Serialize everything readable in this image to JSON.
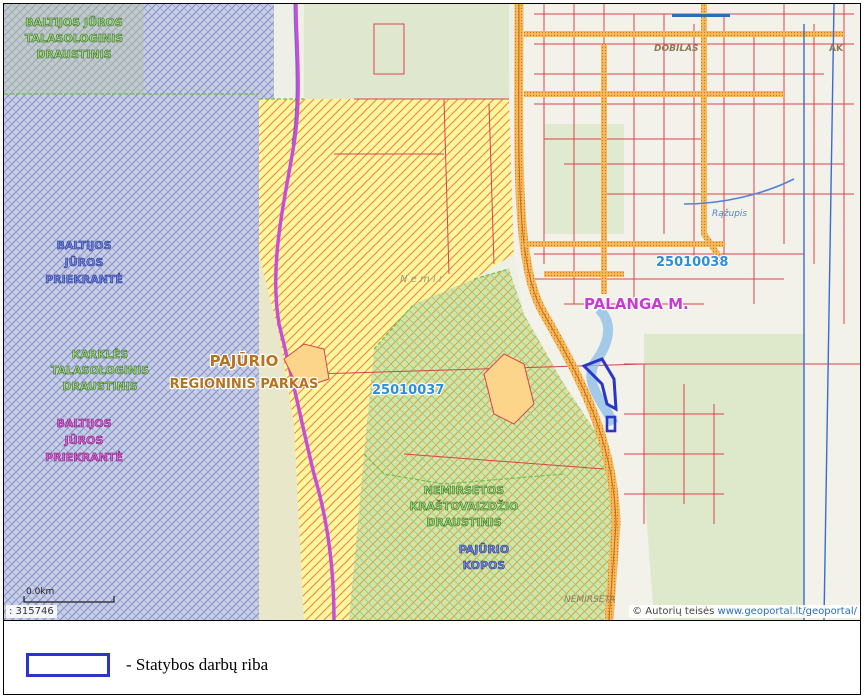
{
  "map": {
    "labels": {
      "baltijos_juros_talasologinis_1": "BALTIJOS JŪROS",
      "baltijos_juros_talasologinis_2": "TALASOLOGINIS",
      "baltijos_juros_talasologinis_3": "DRAUSTINIS",
      "baltijos_juros_priekrante_a1": "BALTIJOS",
      "baltijos_juros_priekrante_a2": "JŪROS",
      "baltijos_juros_priekrante_a3": "PRIEKRANTĖ",
      "karkles_1": "KARKLĖS",
      "karkles_2": "TALASOLOGINIS",
      "karkles_3": "DRAUSTINIS",
      "baltijos_juros_priekrante_b1": "BALTIJOS",
      "baltijos_juros_priekrante_b2": "JŪROS",
      "baltijos_juros_priekrante_b3": "PRIEKRANTĖ",
      "pajurio_1": "PAJŪRIO",
      "pajurio_2": "REGIONINIS PARKAS",
      "parcel_1": "25010037",
      "parcel_2": "25010038",
      "palanga": "PALANGA M.",
      "nemirsetos_1": "NEMIRSETOS",
      "nemirsetos_2": "KRAŠTOVAIZDŽIO",
      "nemirsetos_3": "DRAUSTINIS",
      "pajurio_kopos_1": "PAJŪRIO",
      "pajurio_kopos_2": "KOPOS",
      "dobilas": "DOBILAS",
      "nemirseta_faint": "NEMIRSETA",
      "nemir_faint": "N e m i r",
      "rageupis": "Rąžupis",
      "street_ak": "AK"
    },
    "scale_bar_label": "0.0km",
    "scale_ratio": ": 315746",
    "copyright_prefix": "© Autorių teisės",
    "copyright_link": "www.geoportal.lt/geoportal/"
  },
  "legend": {
    "label": "- Statybos darbų riba"
  },
  "colors": {
    "boundary_blue": "#2a36c8",
    "park_purple": "#c64fd6",
    "hatch_orange": "#e8822a",
    "sea_blue": "#8a95c8",
    "parcel_label_blue": "#2e8ed8",
    "palanga_magenta": "#c63cd2"
  }
}
